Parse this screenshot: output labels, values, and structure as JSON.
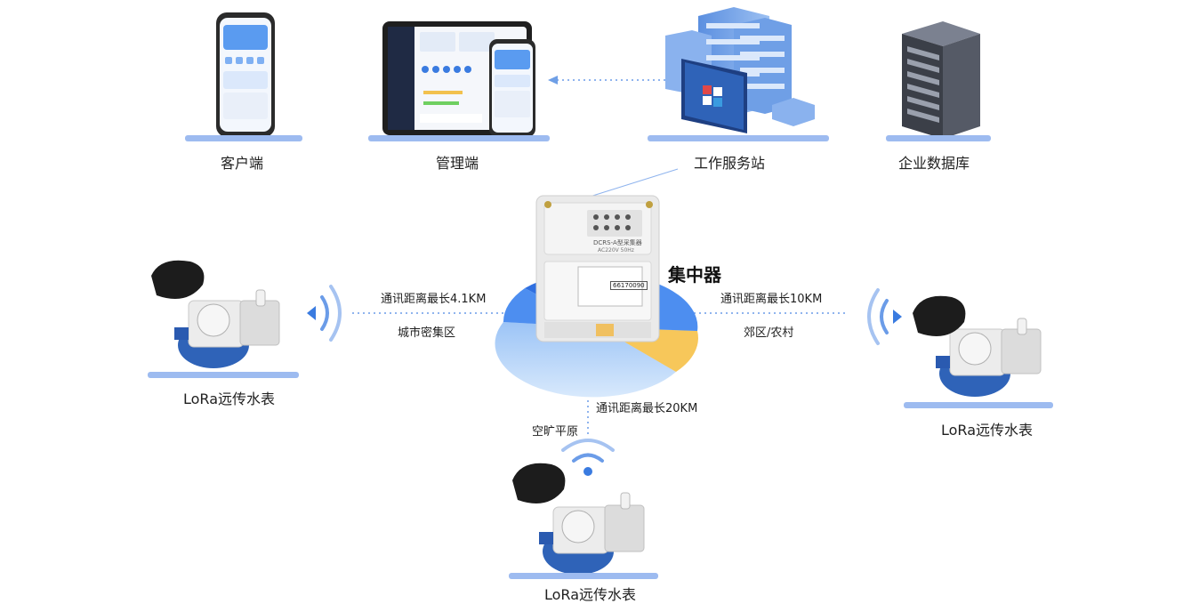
{
  "top_nodes": {
    "client": "客户端",
    "admin": "管理端",
    "server": "工作服务站",
    "database": "企业数据库"
  },
  "collector": {
    "label": "集中器",
    "model_text": "DCRS-A型采集器",
    "sub_text": "AC220V 50Hz",
    "serial": "66170090"
  },
  "links": {
    "left": {
      "distance": "通讯距离最长4.1KM",
      "area": "城市密集区"
    },
    "right": {
      "distance": "通讯距离最长10KM",
      "area": "郊区/农村"
    },
    "bottom": {
      "distance": "通讯距离最长20KM",
      "area": "空旷平原"
    }
  },
  "meters": {
    "left": "LoRa远传水表",
    "right": "LoRa远传水表",
    "bottom": "LoRa远传水表"
  },
  "colors": {
    "accent": "#3a7be0",
    "base_bar": "#9dbbf0",
    "pie_yellow": "#f7c75a",
    "meter_blue": "#2f63b8"
  }
}
